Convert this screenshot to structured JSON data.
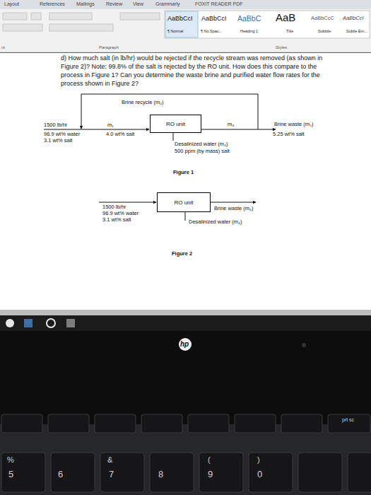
{
  "diagram": {
    "nodes": [
      {
        "text": [
          "RO unit"
        ]
      },
      {
        "text": [
          "RO unit"
        ]
      }
    ],
    "labels": [
      "Layout",
      "References",
      "Mailings",
      "Review",
      "View",
      "Grammarly",
      "FOXIT READER PDF",
      "AaBbCcI",
      "AaBbCcI",
      "AaBbC",
      "AaB",
      "AaBbCcC",
      "AaBbCcI",
      "¶ Normal",
      "¶ No Spac...",
      "Heading 1",
      "Title",
      "Subtitle",
      "Subtle Em...",
      "nt",
      "Paragraph",
      "Styles",
      "d) How much salt (in lb/hr) would be rejected if the recycle stream was removed (as shown in Figure 2)? Note: 99.8% of the salt is rejected by the RO unit. How does this compare to the process in Figure 1? Can you determine the waste brine and purified water flow rates for the process shown in Figure 2?",
      "Brine recycle (m₂)",
      "1500 lb/hr",
      "96.9 wt% water",
      "3.1 wt% salt",
      "m₁",
      "4.0 wt% salt",
      "m₃",
      "Brine waste (m₅)",
      "5.25 wt% salt",
      "Desalinized water (m₄)",
      "500 ppm (by mass) salt",
      "Figure 1",
      "1500 lb/hr",
      "96.9 wt% water",
      "3.1 wt% salt",
      "Brine waste (m₆)",
      "Desalinized water (m₄)",
      "Figure 2",
      "hp",
      "%",
      "5",
      "6",
      "&",
      "7",
      "8",
      "(",
      "9",
      ")",
      "0",
      "prt sc"
    ]
  }
}
